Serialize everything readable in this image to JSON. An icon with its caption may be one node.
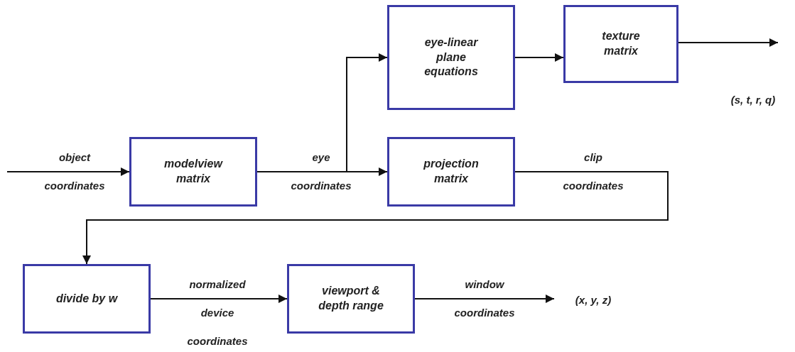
{
  "diagram": {
    "nodes": [
      {
        "text": [
          "modelview matrix"
        ]
      },
      {
        "text": [
          "eye-linear plane equations"
        ]
      },
      {
        "text": [
          "texture matrix"
        ]
      },
      {
        "text": [
          "projection matrix"
        ]
      },
      {
        "text": [
          "divide by w"
        ]
      },
      {
        "text": [
          "viewport & depth range"
        ]
      }
    ],
    "edges": [
      {
        "from": null,
        "to": 0,
        "arrow": "to",
        "label": "object coordinates"
      },
      {
        "from": 0,
        "to": 3,
        "arrow": "to",
        "label": "eye coordinates"
      },
      {
        "from": 0,
        "to": 1,
        "arrow": "to"
      },
      {
        "from": 1,
        "to": 2,
        "arrow": "to"
      },
      {
        "from": 2,
        "to": null,
        "arrow": "to"
      },
      {
        "from": 3,
        "to": 4,
        "arrow": "to",
        "label": "clip coordinates"
      },
      {
        "from": 4,
        "to": 5,
        "arrow": "to",
        "label": "normalized device coordinates"
      },
      {
        "from": 5,
        "to": null,
        "arrow": "to",
        "label": "window coordinates"
      }
    ],
    "labels": [
      "(s, t, r, q)",
      "(x, y, z)"
    ]
  }
}
